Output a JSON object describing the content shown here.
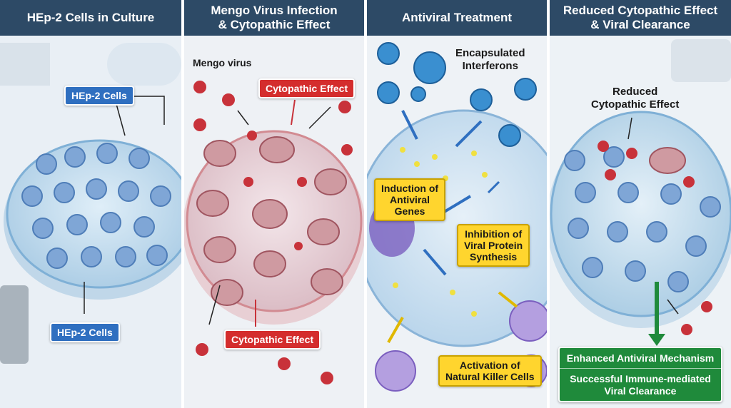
{
  "colors": {
    "header_bg": "#2d4a66",
    "blue_label": "#2f6fc0",
    "red_label": "#d42d2d",
    "yellow_label": "#ffd52e",
    "green_box": "#1f8a3b",
    "virus": "#c8323a"
  },
  "panels": [
    {
      "title": "HEp-2 Cells in Culture",
      "labels": [
        "HEp-2 Cells",
        "HEp-2 Cells"
      ]
    },
    {
      "title": "Mengo Virus Infection\n& Cytopathic Effect",
      "labels": [
        "Mengo virus",
        "Cytopathic Effect",
        "Cytopathic Effect"
      ]
    },
    {
      "title": "Antiviral Treatment",
      "labels": [
        "Encapsulated\nInterferons",
        "Induction of\nAntiviral\nGenes",
        "Inhibition of\nViral Protein\nSynthesis",
        "Activation of\nNatural Killer Cells"
      ]
    },
    {
      "title": "Reduced Cytopathic Effect\n& Viral Clearance",
      "labels": [
        "Reduced\nCytopathic Effect"
      ],
      "result_box": {
        "line1": "Enhanced Antiviral Mechanism",
        "line2": "Successful Immune-mediated\nViral Clearance"
      }
    }
  ]
}
